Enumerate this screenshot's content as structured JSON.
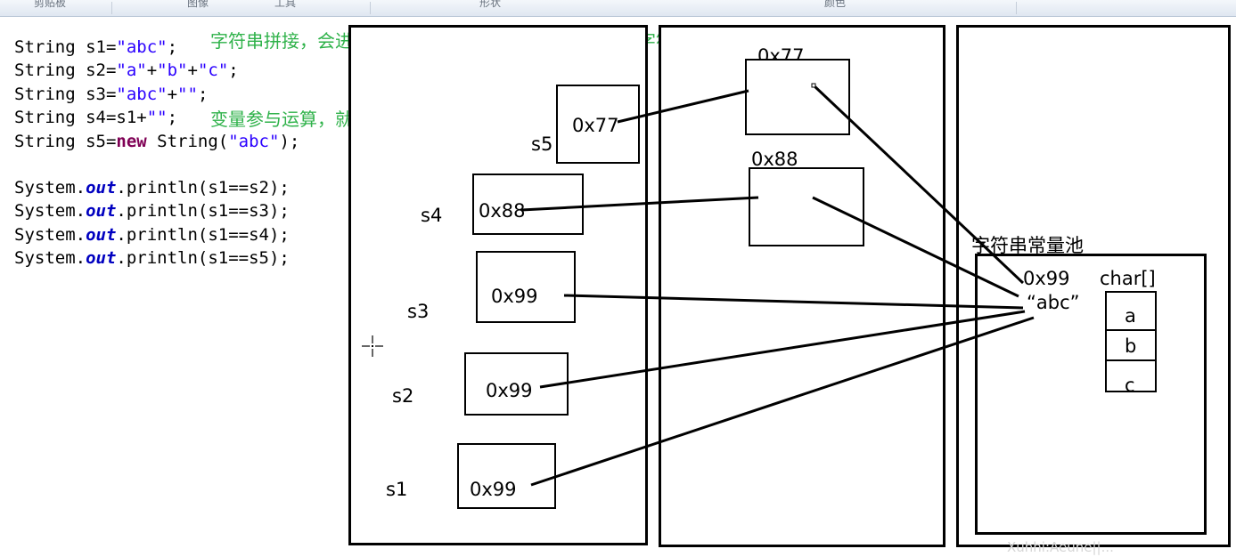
{
  "toolbar": {
    "labels": [
      "剪贴板",
      "图像",
      "工具",
      "形状",
      "颜色"
    ]
  },
  "code": {
    "lines": [
      [
        {
          "t": "String s1=",
          "c": ""
        },
        {
          "t": "\"abc\"",
          "c": "str"
        },
        {
          "t": ";",
          "c": ""
        }
      ],
      [
        {
          "t": "String s2=",
          "c": ""
        },
        {
          "t": "\"a\"",
          "c": "str"
        },
        {
          "t": "+",
          "c": ""
        },
        {
          "t": "\"b\"",
          "c": "str"
        },
        {
          "t": "+",
          "c": ""
        },
        {
          "t": "\"c\"",
          "c": "str"
        },
        {
          "t": ";",
          "c": ""
        }
      ],
      [
        {
          "t": "String s3=",
          "c": ""
        },
        {
          "t": "\"abc\"",
          "c": "str"
        },
        {
          "t": "+",
          "c": ""
        },
        {
          "t": "\"\"",
          "c": "str"
        },
        {
          "t": ";",
          "c": ""
        }
      ],
      [
        {
          "t": "String s4=s1+",
          "c": ""
        },
        {
          "t": "\"\"",
          "c": "str"
        },
        {
          "t": ";",
          "c": ""
        }
      ],
      [
        {
          "t": "String s5=",
          "c": ""
        },
        {
          "t": "new",
          "c": "kw"
        },
        {
          "t": " String(",
          "c": ""
        },
        {
          "t": "\"abc\"",
          "c": "str"
        },
        {
          "t": ");",
          "c": ""
        }
      ],
      null,
      [
        {
          "t": "System.",
          "c": ""
        },
        {
          "t": "out",
          "c": "fld"
        },
        {
          "t": ".println(s1==s2);",
          "c": ""
        }
      ],
      [
        {
          "t": "System.",
          "c": ""
        },
        {
          "t": "out",
          "c": "fld"
        },
        {
          "t": ".println(s1==s3);",
          "c": ""
        }
      ],
      [
        {
          "t": "System.",
          "c": ""
        },
        {
          "t": "out",
          "c": "fld"
        },
        {
          "t": ".println(s1==s4);",
          "c": ""
        }
      ],
      [
        {
          "t": "System.",
          "c": ""
        },
        {
          "t": "out",
          "c": "fld"
        },
        {
          "t": ".println(s1==s5);",
          "c": ""
        }
      ]
    ]
  },
  "notes": {
    "concat": "字符串拼接，会进行编译期优化，直接拼成最终你要的字符串",
    "variable": "变量参与运算，就会在堆中开辟空间"
  },
  "stack": {
    "vars": [
      {
        "name": "s5",
        "addr": "0x77"
      },
      {
        "name": "s4",
        "addr": "0x88"
      },
      {
        "name": "s3",
        "addr": "0x99"
      },
      {
        "name": "s2",
        "addr": "0x99"
      },
      {
        "name": "s1",
        "addr": "0x99"
      }
    ]
  },
  "heap": {
    "objects": [
      {
        "addr": "0x77"
      },
      {
        "addr": "0x88"
      }
    ]
  },
  "pool": {
    "title": "字符串常量池",
    "addr": "0x99",
    "literal": "“abc”",
    "array_label": "char[]",
    "chars": [
      "a",
      "b",
      "c"
    ]
  },
  "watermark": "Xuhhi:Aeune||...",
  "colors": {
    "note": "#2fb24a",
    "string": "#2a00ff",
    "keyword": "#7f0055",
    "field": "#0000c0"
  }
}
